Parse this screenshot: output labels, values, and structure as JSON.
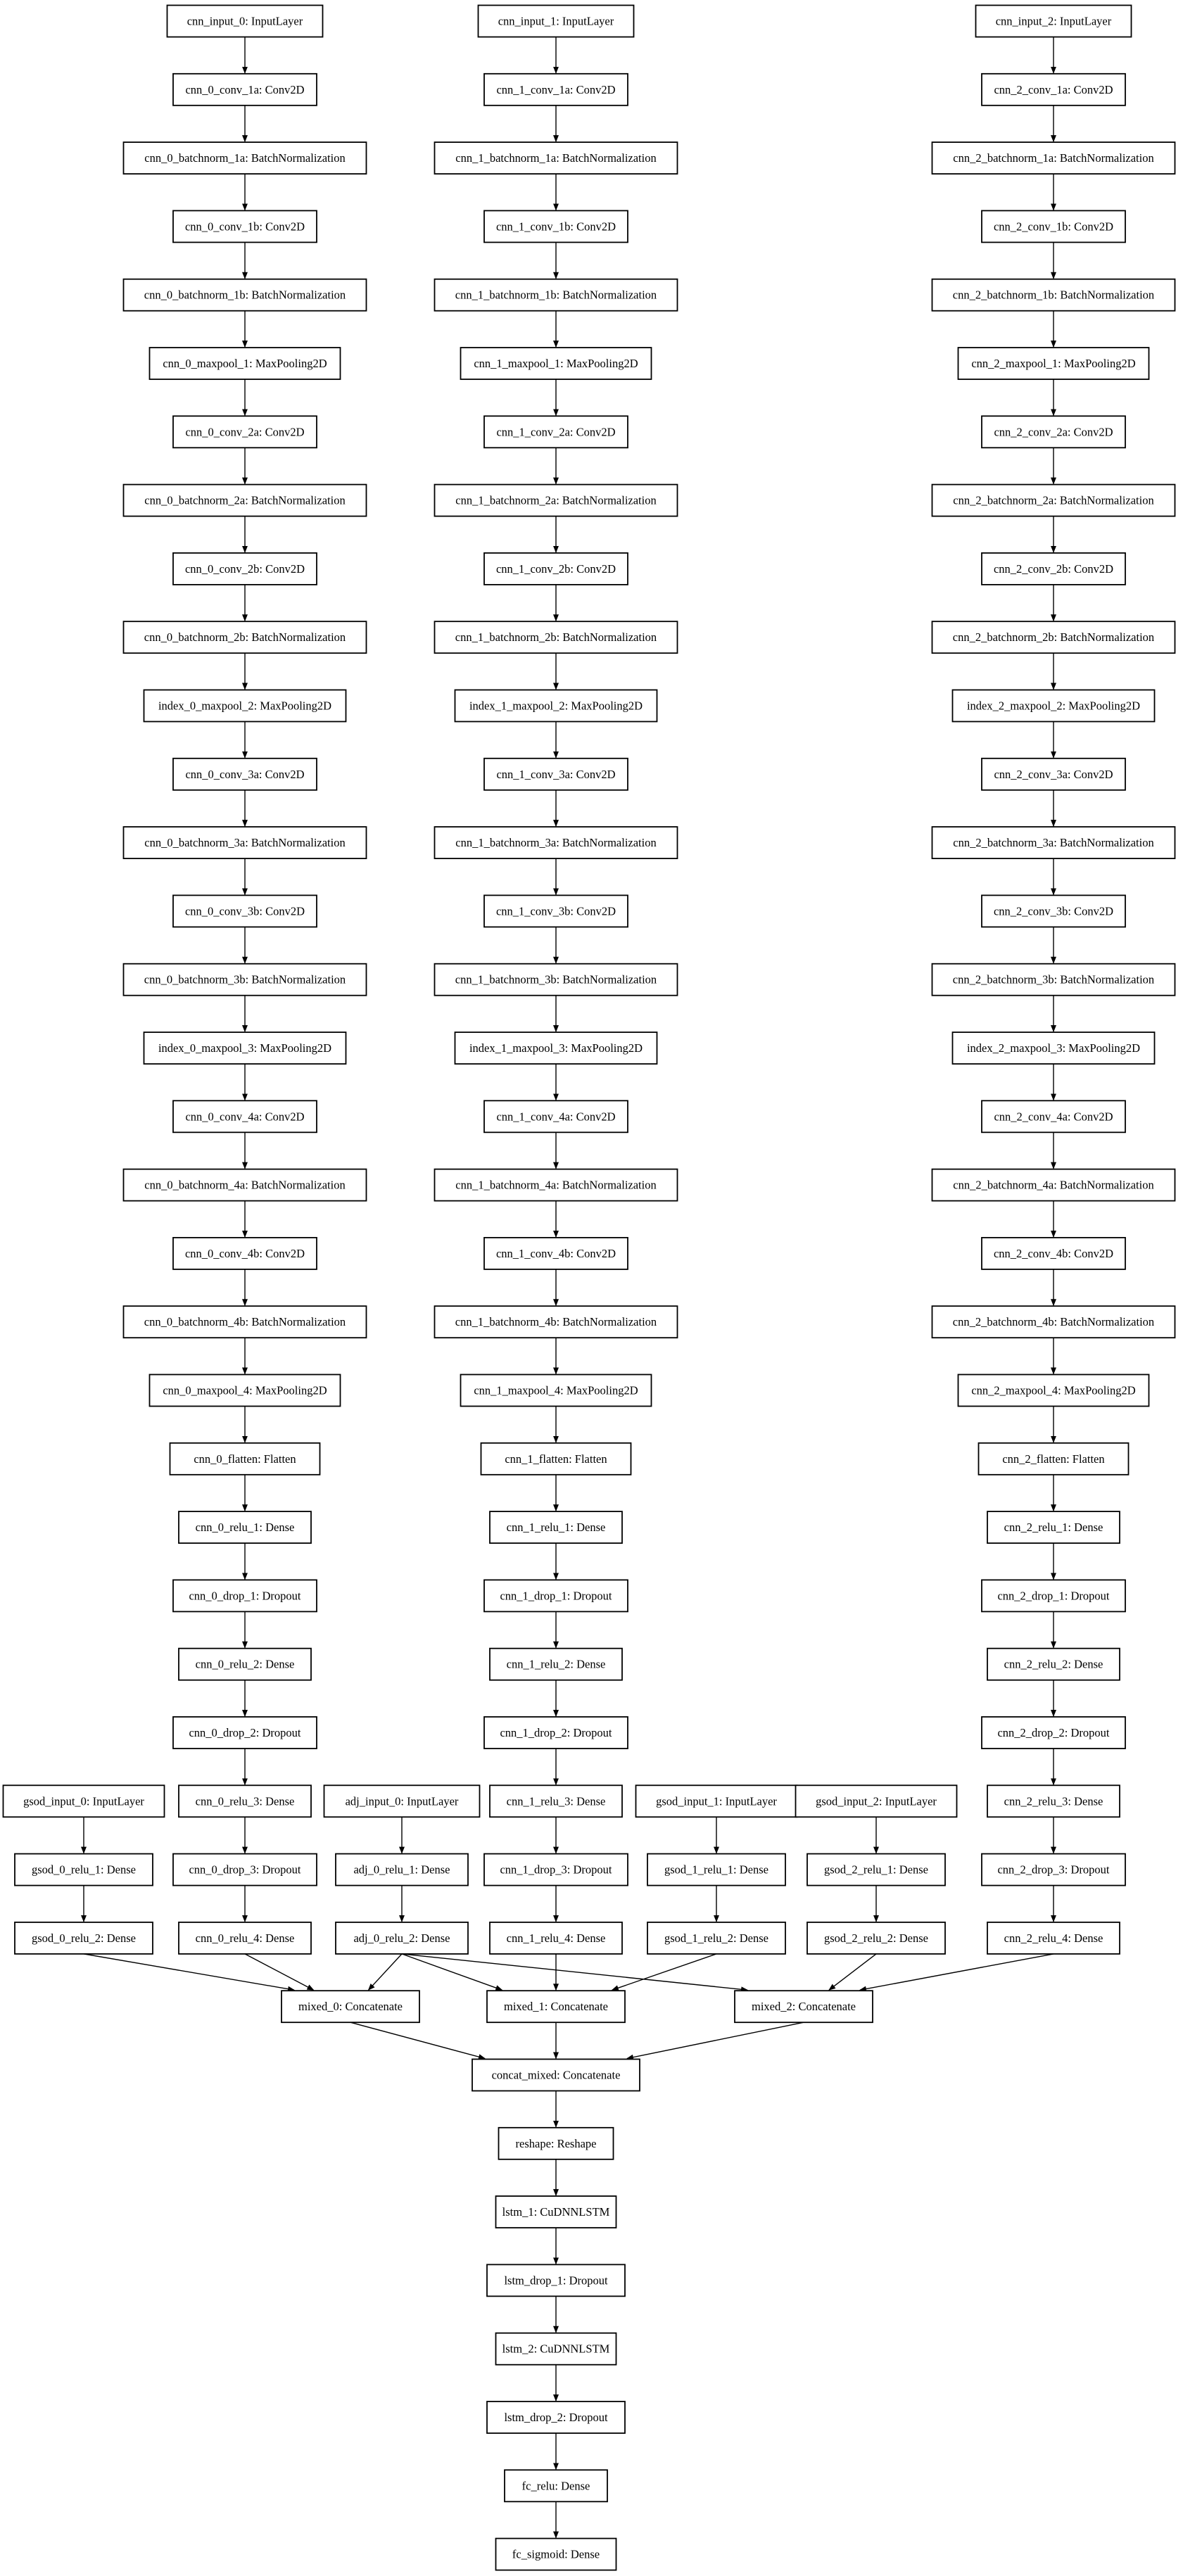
{
  "diagram": {
    "nodes": {
      "cnn_input_0": "cnn_input_0: InputLayer",
      "cnn_0_conv_1a": "cnn_0_conv_1a: Conv2D",
      "cnn_0_batchnorm_1a": "cnn_0_batchnorm_1a: BatchNormalization",
      "cnn_0_conv_1b": "cnn_0_conv_1b: Conv2D",
      "cnn_0_batchnorm_1b": "cnn_0_batchnorm_1b: BatchNormalization",
      "cnn_0_maxpool_1": "cnn_0_maxpool_1: MaxPooling2D",
      "cnn_0_conv_2a": "cnn_0_conv_2a: Conv2D",
      "cnn_0_batchnorm_2a": "cnn_0_batchnorm_2a: BatchNormalization",
      "cnn_0_conv_2b": "cnn_0_conv_2b: Conv2D",
      "cnn_0_batchnorm_2b": "cnn_0_batchnorm_2b: BatchNormalization",
      "index_0_maxpool_2": "index_0_maxpool_2: MaxPooling2D",
      "cnn_0_conv_3a": "cnn_0_conv_3a: Conv2D",
      "cnn_0_batchnorm_3a": "cnn_0_batchnorm_3a: BatchNormalization",
      "cnn_0_conv_3b": "cnn_0_conv_3b: Conv2D",
      "cnn_0_batchnorm_3b": "cnn_0_batchnorm_3b: BatchNormalization",
      "index_0_maxpool_3": "index_0_maxpool_3: MaxPooling2D",
      "cnn_0_conv_4a": "cnn_0_conv_4a: Conv2D",
      "cnn_0_batchnorm_4a": "cnn_0_batchnorm_4a: BatchNormalization",
      "cnn_0_conv_4b": "cnn_0_conv_4b: Conv2D",
      "cnn_0_batchnorm_4b": "cnn_0_batchnorm_4b: BatchNormalization",
      "cnn_0_maxpool_4": "cnn_0_maxpool_4: MaxPooling2D",
      "cnn_0_flatten": "cnn_0_flatten: Flatten",
      "cnn_0_relu_1": "cnn_0_relu_1: Dense",
      "cnn_0_drop_1": "cnn_0_drop_1: Dropout",
      "cnn_0_relu_2": "cnn_0_relu_2: Dense",
      "cnn_0_drop_2": "cnn_0_drop_2: Dropout",
      "cnn_0_relu_3": "cnn_0_relu_3: Dense",
      "cnn_0_drop_3": "cnn_0_drop_3: Dropout",
      "cnn_0_relu_4": "cnn_0_relu_4: Dense",
      "cnn_input_1": "cnn_input_1: InputLayer",
      "cnn_1_conv_1a": "cnn_1_conv_1a: Conv2D",
      "cnn_1_batchnorm_1a": "cnn_1_batchnorm_1a: BatchNormalization",
      "cnn_1_conv_1b": "cnn_1_conv_1b: Conv2D",
      "cnn_1_batchnorm_1b": "cnn_1_batchnorm_1b: BatchNormalization",
      "cnn_1_maxpool_1": "cnn_1_maxpool_1: MaxPooling2D",
      "cnn_1_conv_2a": "cnn_1_conv_2a: Conv2D",
      "cnn_1_batchnorm_2a": "cnn_1_batchnorm_2a: BatchNormalization",
      "cnn_1_conv_2b": "cnn_1_conv_2b: Conv2D",
      "cnn_1_batchnorm_2b": "cnn_1_batchnorm_2b: BatchNormalization",
      "index_1_maxpool_2": "index_1_maxpool_2: MaxPooling2D",
      "cnn_1_conv_3a": "cnn_1_conv_3a: Conv2D",
      "cnn_1_batchnorm_3a": "cnn_1_batchnorm_3a: BatchNormalization",
      "cnn_1_conv_3b": "cnn_1_conv_3b: Conv2D",
      "cnn_1_batchnorm_3b": "cnn_1_batchnorm_3b: BatchNormalization",
      "index_1_maxpool_3": "index_1_maxpool_3: MaxPooling2D",
      "cnn_1_conv_4a": "cnn_1_conv_4a: Conv2D",
      "cnn_1_batchnorm_4a": "cnn_1_batchnorm_4a: BatchNormalization",
      "cnn_1_conv_4b": "cnn_1_conv_4b: Conv2D",
      "cnn_1_batchnorm_4b": "cnn_1_batchnorm_4b: BatchNormalization",
      "cnn_1_maxpool_4": "cnn_1_maxpool_4: MaxPooling2D",
      "cnn_1_flatten": "cnn_1_flatten: Flatten",
      "cnn_1_relu_1": "cnn_1_relu_1: Dense",
      "cnn_1_drop_1": "cnn_1_drop_1: Dropout",
      "cnn_1_relu_2": "cnn_1_relu_2: Dense",
      "cnn_1_drop_2": "cnn_1_drop_2: Dropout",
      "cnn_1_relu_3": "cnn_1_relu_3: Dense",
      "cnn_1_drop_3": "cnn_1_drop_3: Dropout",
      "cnn_1_relu_4": "cnn_1_relu_4: Dense",
      "cnn_input_2": "cnn_input_2: InputLayer",
      "cnn_2_conv_1a": "cnn_2_conv_1a: Conv2D",
      "cnn_2_batchnorm_1a": "cnn_2_batchnorm_1a: BatchNormalization",
      "cnn_2_conv_1b": "cnn_2_conv_1b: Conv2D",
      "cnn_2_batchnorm_1b": "cnn_2_batchnorm_1b: BatchNormalization",
      "cnn_2_maxpool_1": "cnn_2_maxpool_1: MaxPooling2D",
      "cnn_2_conv_2a": "cnn_2_conv_2a: Conv2D",
      "cnn_2_batchnorm_2a": "cnn_2_batchnorm_2a: BatchNormalization",
      "cnn_2_conv_2b": "cnn_2_conv_2b: Conv2D",
      "cnn_2_batchnorm_2b": "cnn_2_batchnorm_2b: BatchNormalization",
      "index_2_maxpool_2": "index_2_maxpool_2: MaxPooling2D",
      "cnn_2_conv_3a": "cnn_2_conv_3a: Conv2D",
      "cnn_2_batchnorm_3a": "cnn_2_batchnorm_3a: BatchNormalization",
      "cnn_2_conv_3b": "cnn_2_conv_3b: Conv2D",
      "cnn_2_batchnorm_3b": "cnn_2_batchnorm_3b: BatchNormalization",
      "index_2_maxpool_3": "index_2_maxpool_3: MaxPooling2D",
      "cnn_2_conv_4a": "cnn_2_conv_4a: Conv2D",
      "cnn_2_batchnorm_4a": "cnn_2_batchnorm_4a: BatchNormalization",
      "cnn_2_conv_4b": "cnn_2_conv_4b: Conv2D",
      "cnn_2_batchnorm_4b": "cnn_2_batchnorm_4b: BatchNormalization",
      "cnn_2_maxpool_4": "cnn_2_maxpool_4: MaxPooling2D",
      "cnn_2_flatten": "cnn_2_flatten: Flatten",
      "cnn_2_relu_1": "cnn_2_relu_1: Dense",
      "cnn_2_drop_1": "cnn_2_drop_1: Dropout",
      "cnn_2_relu_2": "cnn_2_relu_2: Dense",
      "cnn_2_drop_2": "cnn_2_drop_2: Dropout",
      "cnn_2_relu_3": "cnn_2_relu_3: Dense",
      "cnn_2_drop_3": "cnn_2_drop_3: Dropout",
      "cnn_2_relu_4": "cnn_2_relu_4: Dense",
      "gsod_input_0": "gsod_input_0: InputLayer",
      "gsod_0_relu_1": "gsod_0_relu_1: Dense",
      "gsod_0_relu_2": "gsod_0_relu_2: Dense",
      "adj_input_0": "adj_input_0: InputLayer",
      "adj_0_relu_1": "adj_0_relu_1: Dense",
      "adj_0_relu_2": "adj_0_relu_2: Dense",
      "gsod_input_1": "gsod_input_1: InputLayer",
      "gsod_1_relu_1": "gsod_1_relu_1: Dense",
      "gsod_1_relu_2": "gsod_1_relu_2: Dense",
      "gsod_input_2": "gsod_input_2: InputLayer",
      "gsod_2_relu_1": "gsod_2_relu_1: Dense",
      "gsod_2_relu_2": "gsod_2_relu_2: Dense",
      "mixed_0": "mixed_0: Concatenate",
      "mixed_1": "mixed_1: Concatenate",
      "mixed_2": "mixed_2: Concatenate",
      "concat_mixed": "concat_mixed: Concatenate",
      "reshape": "reshape: Reshape",
      "lstm_1": "lstm_1: CuDNNLSTM",
      "lstm_drop_1": "lstm_drop_1: Dropout",
      "lstm_2": "lstm_2: CuDNNLSTM",
      "lstm_drop_2": "lstm_drop_2: Dropout",
      "fc_relu": "fc_relu: Dense",
      "fc_sigmoid": "fc_sigmoid: Dense"
    },
    "edges": [
      [
        "cnn_input_0",
        "cnn_0_conv_1a"
      ],
      [
        "cnn_0_conv_1a",
        "cnn_0_batchnorm_1a"
      ],
      [
        "cnn_0_batchnorm_1a",
        "cnn_0_conv_1b"
      ],
      [
        "cnn_0_conv_1b",
        "cnn_0_batchnorm_1b"
      ],
      [
        "cnn_0_batchnorm_1b",
        "cnn_0_maxpool_1"
      ],
      [
        "cnn_0_maxpool_1",
        "cnn_0_conv_2a"
      ],
      [
        "cnn_0_conv_2a",
        "cnn_0_batchnorm_2a"
      ],
      [
        "cnn_0_batchnorm_2a",
        "cnn_0_conv_2b"
      ],
      [
        "cnn_0_conv_2b",
        "cnn_0_batchnorm_2b"
      ],
      [
        "cnn_0_batchnorm_2b",
        "index_0_maxpool_2"
      ],
      [
        "index_0_maxpool_2",
        "cnn_0_conv_3a"
      ],
      [
        "cnn_0_conv_3a",
        "cnn_0_batchnorm_3a"
      ],
      [
        "cnn_0_batchnorm_3a",
        "cnn_0_conv_3b"
      ],
      [
        "cnn_0_conv_3b",
        "cnn_0_batchnorm_3b"
      ],
      [
        "cnn_0_batchnorm_3b",
        "index_0_maxpool_3"
      ],
      [
        "index_0_maxpool_3",
        "cnn_0_conv_4a"
      ],
      [
        "cnn_0_conv_4a",
        "cnn_0_batchnorm_4a"
      ],
      [
        "cnn_0_batchnorm_4a",
        "cnn_0_conv_4b"
      ],
      [
        "cnn_0_conv_4b",
        "cnn_0_batchnorm_4b"
      ],
      [
        "cnn_0_batchnorm_4b",
        "cnn_0_maxpool_4"
      ],
      [
        "cnn_0_maxpool_4",
        "cnn_0_flatten"
      ],
      [
        "cnn_0_flatten",
        "cnn_0_relu_1"
      ],
      [
        "cnn_0_relu_1",
        "cnn_0_drop_1"
      ],
      [
        "cnn_0_drop_1",
        "cnn_0_relu_2"
      ],
      [
        "cnn_0_relu_2",
        "cnn_0_drop_2"
      ],
      [
        "cnn_0_drop_2",
        "cnn_0_relu_3"
      ],
      [
        "cnn_0_relu_3",
        "cnn_0_drop_3"
      ],
      [
        "cnn_0_drop_3",
        "cnn_0_relu_4"
      ],
      [
        "cnn_input_1",
        "cnn_1_conv_1a"
      ],
      [
        "cnn_1_conv_1a",
        "cnn_1_batchnorm_1a"
      ],
      [
        "cnn_1_batchnorm_1a",
        "cnn_1_conv_1b"
      ],
      [
        "cnn_1_conv_1b",
        "cnn_1_batchnorm_1b"
      ],
      [
        "cnn_1_batchnorm_1b",
        "cnn_1_maxpool_1"
      ],
      [
        "cnn_1_maxpool_1",
        "cnn_1_conv_2a"
      ],
      [
        "cnn_1_conv_2a",
        "cnn_1_batchnorm_2a"
      ],
      [
        "cnn_1_batchnorm_2a",
        "cnn_1_conv_2b"
      ],
      [
        "cnn_1_conv_2b",
        "cnn_1_batchnorm_2b"
      ],
      [
        "cnn_1_batchnorm_2b",
        "index_1_maxpool_2"
      ],
      [
        "index_1_maxpool_2",
        "cnn_1_conv_3a"
      ],
      [
        "cnn_1_conv_3a",
        "cnn_1_batchnorm_3a"
      ],
      [
        "cnn_1_batchnorm_3a",
        "cnn_1_conv_3b"
      ],
      [
        "cnn_1_conv_3b",
        "cnn_1_batchnorm_3b"
      ],
      [
        "cnn_1_batchnorm_3b",
        "index_1_maxpool_3"
      ],
      [
        "index_1_maxpool_3",
        "cnn_1_conv_4a"
      ],
      [
        "cnn_1_conv_4a",
        "cnn_1_batchnorm_4a"
      ],
      [
        "cnn_1_batchnorm_4a",
        "cnn_1_conv_4b"
      ],
      [
        "cnn_1_conv_4b",
        "cnn_1_batchnorm_4b"
      ],
      [
        "cnn_1_batchnorm_4b",
        "cnn_1_maxpool_4"
      ],
      [
        "cnn_1_maxpool_4",
        "cnn_1_flatten"
      ],
      [
        "cnn_1_flatten",
        "cnn_1_relu_1"
      ],
      [
        "cnn_1_relu_1",
        "cnn_1_drop_1"
      ],
      [
        "cnn_1_drop_1",
        "cnn_1_relu_2"
      ],
      [
        "cnn_1_relu_2",
        "cnn_1_drop_2"
      ],
      [
        "cnn_1_drop_2",
        "cnn_1_relu_3"
      ],
      [
        "cnn_1_relu_3",
        "cnn_1_drop_3"
      ],
      [
        "cnn_1_drop_3",
        "cnn_1_relu_4"
      ],
      [
        "cnn_input_2",
        "cnn_2_conv_1a"
      ],
      [
        "cnn_2_conv_1a",
        "cnn_2_batchnorm_1a"
      ],
      [
        "cnn_2_batchnorm_1a",
        "cnn_2_conv_1b"
      ],
      [
        "cnn_2_conv_1b",
        "cnn_2_batchnorm_1b"
      ],
      [
        "cnn_2_batchnorm_1b",
        "cnn_2_maxpool_1"
      ],
      [
        "cnn_2_maxpool_1",
        "cnn_2_conv_2a"
      ],
      [
        "cnn_2_conv_2a",
        "cnn_2_batchnorm_2a"
      ],
      [
        "cnn_2_batchnorm_2a",
        "cnn_2_conv_2b"
      ],
      [
        "cnn_2_conv_2b",
        "cnn_2_batchnorm_2b"
      ],
      [
        "cnn_2_batchnorm_2b",
        "index_2_maxpool_2"
      ],
      [
        "index_2_maxpool_2",
        "cnn_2_conv_3a"
      ],
      [
        "cnn_2_conv_3a",
        "cnn_2_batchnorm_3a"
      ],
      [
        "cnn_2_batchnorm_3a",
        "cnn_2_conv_3b"
      ],
      [
        "cnn_2_conv_3b",
        "cnn_2_batchnorm_3b"
      ],
      [
        "cnn_2_batchnorm_3b",
        "index_2_maxpool_3"
      ],
      [
        "index_2_maxpool_3",
        "cnn_2_conv_4a"
      ],
      [
        "cnn_2_conv_4a",
        "cnn_2_batchnorm_4a"
      ],
      [
        "cnn_2_batchnorm_4a",
        "cnn_2_conv_4b"
      ],
      [
        "cnn_2_conv_4b",
        "cnn_2_batchnorm_4b"
      ],
      [
        "cnn_2_batchnorm_4b",
        "cnn_2_maxpool_4"
      ],
      [
        "cnn_2_maxpool_4",
        "cnn_2_flatten"
      ],
      [
        "cnn_2_flatten",
        "cnn_2_relu_1"
      ],
      [
        "cnn_2_relu_1",
        "cnn_2_drop_1"
      ],
      [
        "cnn_2_drop_1",
        "cnn_2_relu_2"
      ],
      [
        "cnn_2_relu_2",
        "cnn_2_drop_2"
      ],
      [
        "cnn_2_drop_2",
        "cnn_2_relu_3"
      ],
      [
        "cnn_2_relu_3",
        "cnn_2_drop_3"
      ],
      [
        "cnn_2_drop_3",
        "cnn_2_relu_4"
      ],
      [
        "gsod_input_0",
        "gsod_0_relu_1"
      ],
      [
        "gsod_0_relu_1",
        "gsod_0_relu_2"
      ],
      [
        "adj_input_0",
        "adj_0_relu_1"
      ],
      [
        "adj_0_relu_1",
        "adj_0_relu_2"
      ],
      [
        "gsod_input_1",
        "gsod_1_relu_1"
      ],
      [
        "gsod_1_relu_1",
        "gsod_1_relu_2"
      ],
      [
        "gsod_input_2",
        "gsod_2_relu_1"
      ],
      [
        "gsod_2_relu_1",
        "gsod_2_relu_2"
      ],
      [
        "gsod_0_relu_2",
        "mixed_0"
      ],
      [
        "cnn_0_relu_4",
        "mixed_0"
      ],
      [
        "adj_0_relu_2",
        "mixed_0"
      ],
      [
        "adj_0_relu_2",
        "mixed_1"
      ],
      [
        "cnn_1_relu_4",
        "mixed_1"
      ],
      [
        "gsod_1_relu_2",
        "mixed_1"
      ],
      [
        "adj_0_relu_2",
        "mixed_2"
      ],
      [
        "gsod_2_relu_2",
        "mixed_2"
      ],
      [
        "cnn_2_relu_4",
        "mixed_2"
      ],
      [
        "mixed_0",
        "concat_mixed"
      ],
      [
        "mixed_1",
        "concat_mixed"
      ],
      [
        "mixed_2",
        "concat_mixed"
      ],
      [
        "concat_mixed",
        "reshape"
      ],
      [
        "reshape",
        "lstm_1"
      ],
      [
        "lstm_1",
        "lstm_drop_1"
      ],
      [
        "lstm_drop_1",
        "lstm_2"
      ],
      [
        "lstm_2",
        "lstm_drop_2"
      ],
      [
        "lstm_drop_2",
        "fc_relu"
      ],
      [
        "fc_relu",
        "fc_sigmoid"
      ]
    ]
  }
}
